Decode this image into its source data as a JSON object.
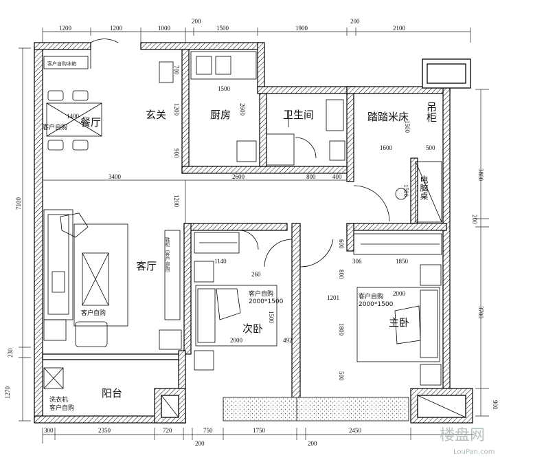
{
  "rooms": {
    "dining": "餐厅",
    "entrance": "玄关",
    "kitchen": "厨房",
    "bathroom": "卫生间",
    "tatami": "踏踏米床",
    "hanging_cabinet": "吊柜",
    "living": "客厅",
    "second_bedroom": "次卧",
    "master_bedroom": "主卧",
    "balcony": "阳台",
    "computer_desk": "电脑桌"
  },
  "notes": {
    "customer_purchase": "客户自购",
    "washing_machine": "洗衣机",
    "shoe_cabinet": "鞋柜（客户自购）",
    "bed_size_second": "2000*1500",
    "bed_size_master": "2000*1500",
    "fridge": "客户自购冰箱"
  },
  "dims_top": [
    "1200",
    "1200",
    "1000",
    "200",
    "1500",
    "1900",
    "200",
    "2100"
  ],
  "dims_bottom": [
    "300",
    "2350",
    "720",
    "200",
    "750",
    "1750",
    "200",
    "2450"
  ],
  "dims_left": [
    "7100",
    "230",
    "1270"
  ],
  "dims_right": [
    "3800",
    "200",
    "3700",
    "900"
  ],
  "dims_inner": {
    "d1400": "1400",
    "d3400": "3400",
    "d2600a": "2600",
    "d2600b": "2600",
    "d1500k": "1500",
    "d800": "800",
    "d400": "400",
    "d1600": "1600",
    "d500a": "500",
    "d1500t": "1500",
    "d700": "700",
    "d1200a": "1200",
    "d900": "900",
    "d1200b": "1200",
    "d1140": "1140",
    "d260": "260",
    "d1500s": "1500",
    "d2000s": "2000",
    "d492": "492",
    "d1201": "1201",
    "d306": "306",
    "d1850": "1850",
    "d600": "600",
    "d800b": "800",
    "d1800": "1800",
    "d500b": "500",
    "d2000m": "2000",
    "d1500d": "1500"
  },
  "watermark": {
    "main": "楼盘网",
    "url": "LouPan.com"
  }
}
